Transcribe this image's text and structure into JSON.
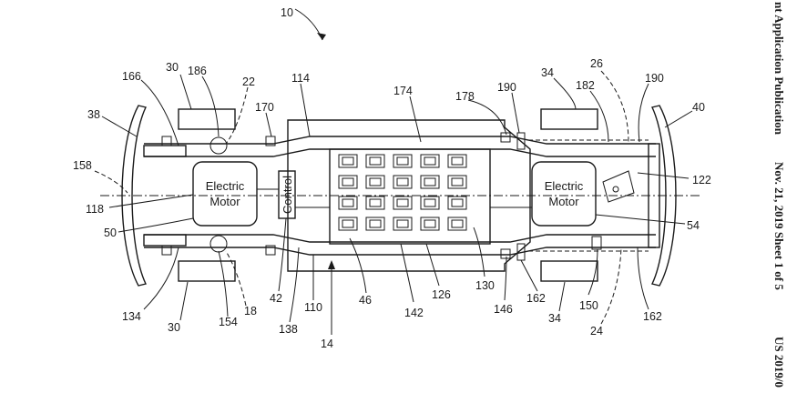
{
  "header": {
    "publication": "nt Application Publication",
    "date_sheet": "Nov. 21, 2019  Sheet 1 of 5",
    "number": "US 2019/0"
  },
  "figure": {
    "boxes": {
      "front_motor": [
        "Electric",
        "Motor"
      ],
      "rear_motor": [
        "Electric",
        "Motor"
      ],
      "control": "Control"
    },
    "labels": {
      "l10": "10",
      "l30a": "30",
      "l186": "186",
      "l166": "166",
      "l22": "22",
      "l38": "38",
      "l170": "170",
      "l114": "114",
      "l174": "174",
      "l178": "178",
      "l190a": "190",
      "l34a": "34",
      "l26": "26",
      "l182": "182",
      "l190b": "190",
      "l40": "40",
      "l158": "158",
      "l118": "118",
      "l50": "50",
      "l122": "122",
      "l54": "54",
      "l134": "134",
      "l30b": "30",
      "l154": "154",
      "l18": "18",
      "l42": "42",
      "l138": "138",
      "l110": "110",
      "l14": "14",
      "l46": "46",
      "l142": "142",
      "l126": "126",
      "l130": "130",
      "l146": "146",
      "l162a": "162",
      "l34b": "34",
      "l150": "150",
      "l24": "24",
      "l162b": "162"
    }
  }
}
